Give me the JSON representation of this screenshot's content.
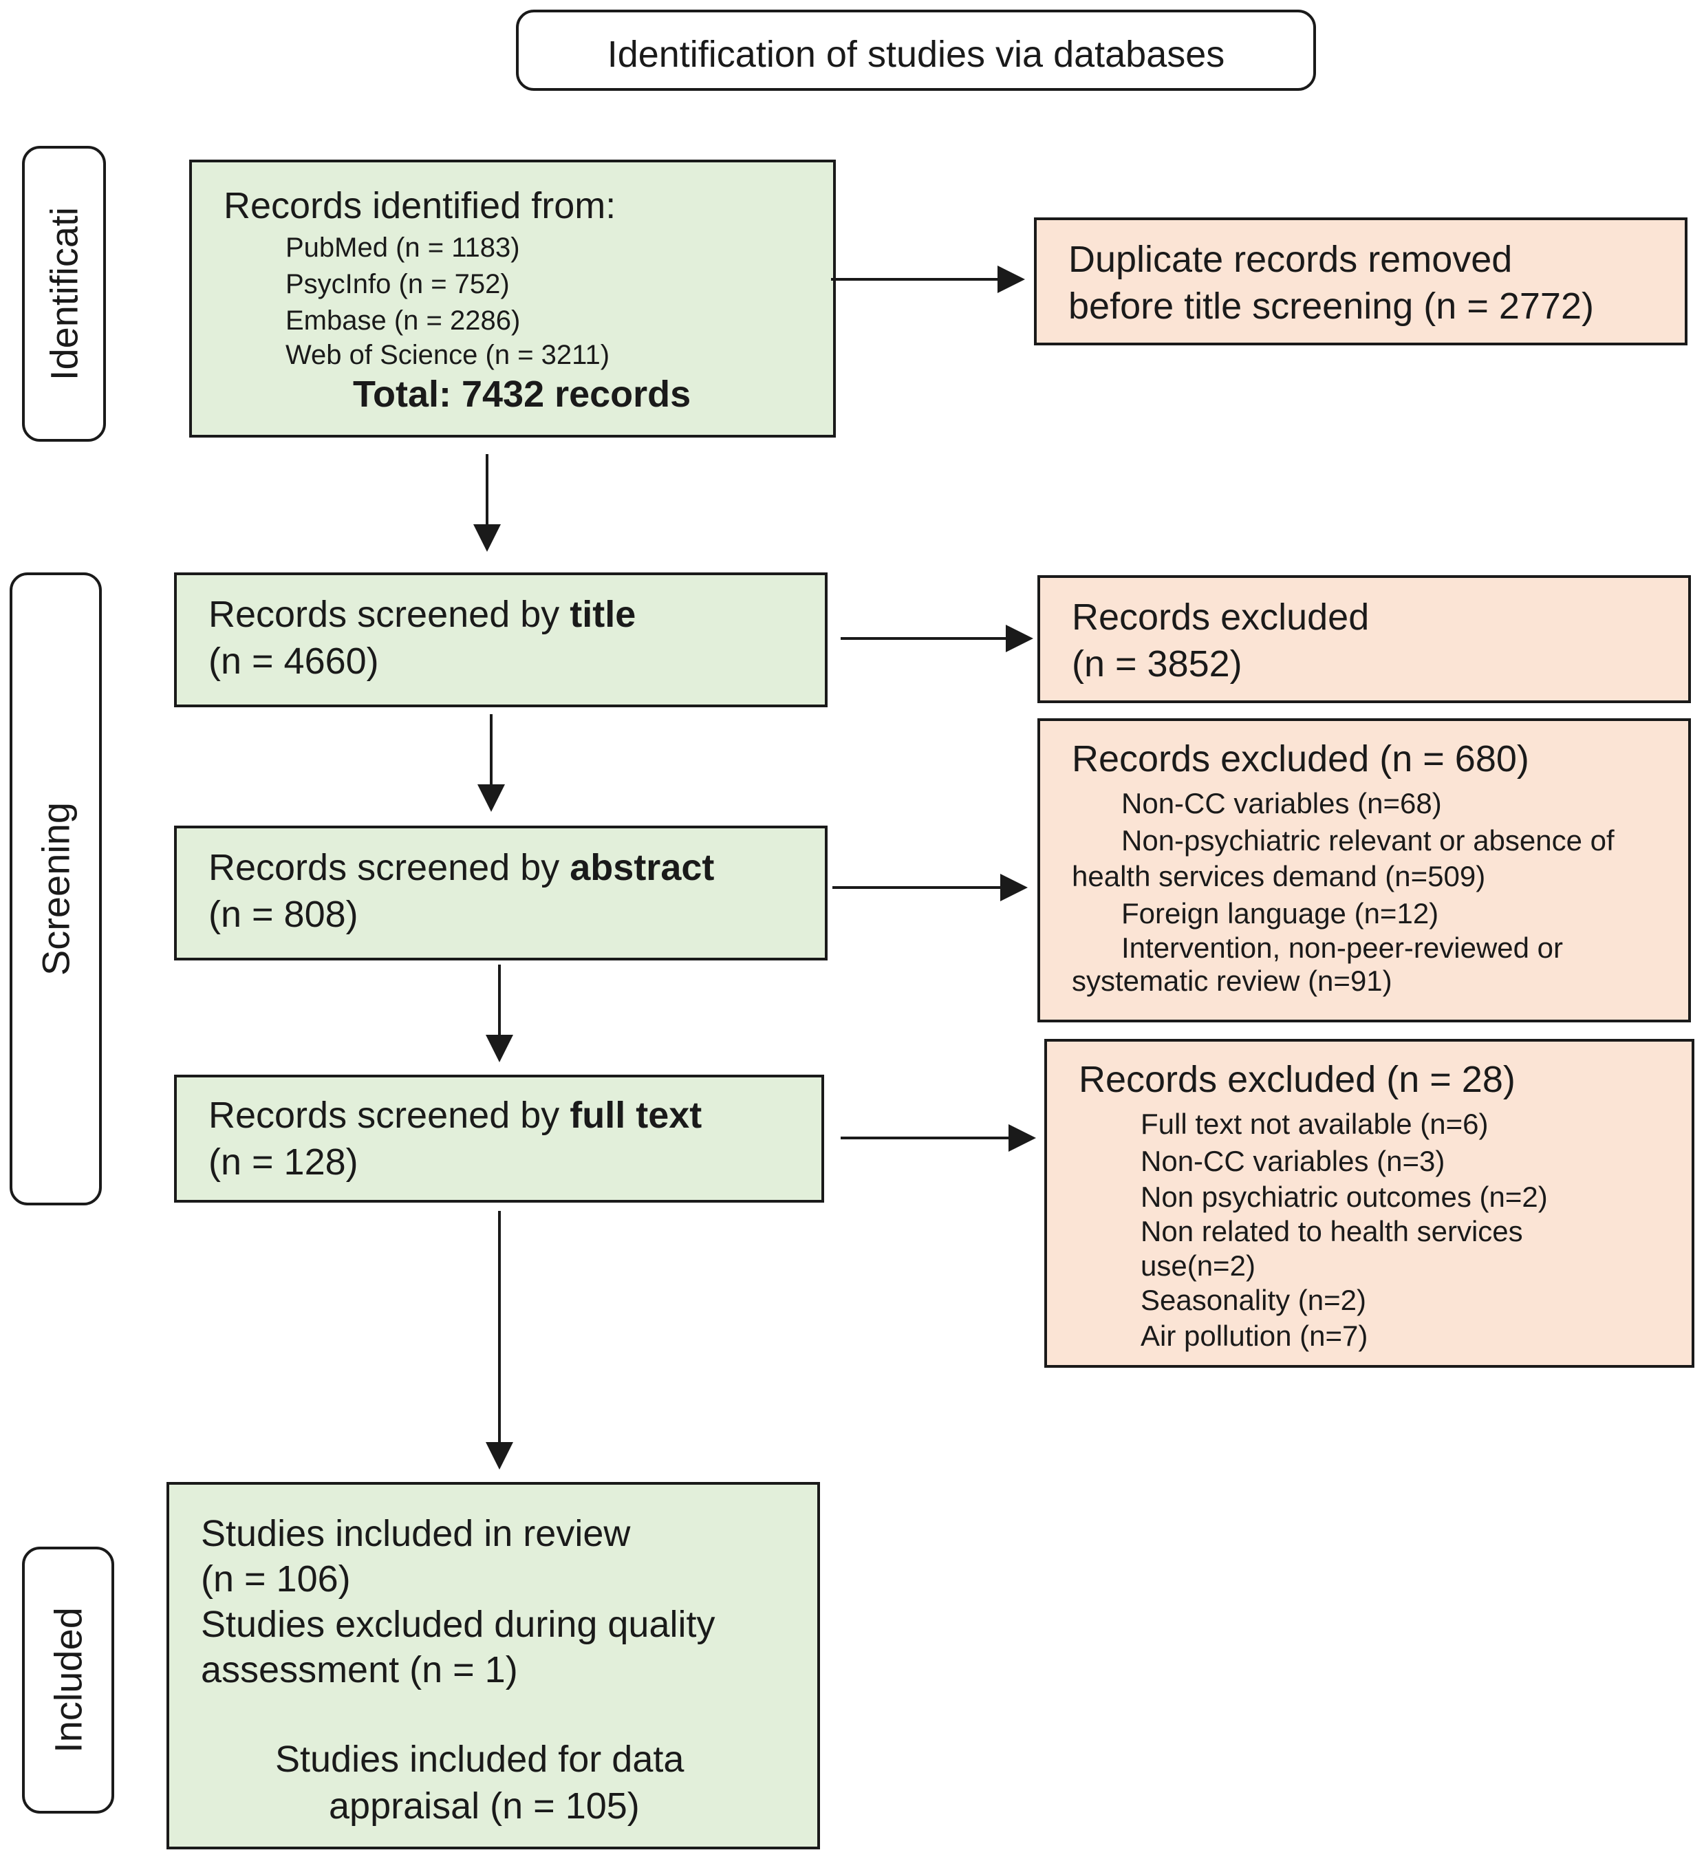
{
  "header": {
    "title": "Identification of studies via databases"
  },
  "phases": {
    "identification": "Identificati",
    "screening": "Screening",
    "included": "Included"
  },
  "identified": {
    "heading": "Records identified from:",
    "sources": [
      "PubMed (n = 1183)",
      "PsycInfo (n = 752)",
      "Embase (n = 2286)",
      "Web of Science (n = 3211)"
    ],
    "total": "Total: 7432 records"
  },
  "duplicates": {
    "line1": "Duplicate records removed",
    "line2": "before title screening (n = 2772)"
  },
  "title_screen": {
    "label_prefix": "Records screened by ",
    "label_emph": "title",
    "count": "(n = 4660)"
  },
  "title_excluded": {
    "line1": "Records excluded",
    "line2": "(n = 3852)"
  },
  "abstract_screen": {
    "label_prefix": "Records screened by ",
    "label_emph": "abstract",
    "count": "(n = 808)"
  },
  "abstract_excluded": {
    "heading": "Records excluded (n = 680)",
    "reasons": [
      "Non-CC variables (n=68)",
      "Non-psychiatric relevant or absence of",
      "health services demand (n=509)",
      "Foreign language (n=12)",
      "Intervention, non-peer-reviewed or",
      "systematic review (n=91)"
    ]
  },
  "fulltext_screen": {
    "label_prefix": "Records screened by ",
    "label_emph": "full text",
    "count": "(n = 128)"
  },
  "fulltext_excluded": {
    "heading": "Records excluded (n = 28)",
    "reasons": [
      "Full text not available (n=6)",
      "Non-CC variables (n=3)",
      "Non psychiatric outcomes (n=2)",
      "Non related to health services",
      "use(n=2)",
      "Seasonality (n=2)",
      "Air pollution (n=7)"
    ]
  },
  "included": {
    "line1": "Studies included in review",
    "line2": "(n = 106)",
    "line3": "Studies excluded during quality",
    "line4": "assessment (n = 1)",
    "line5": "Studies included for data",
    "line6": "appraisal (n = 105)"
  }
}
